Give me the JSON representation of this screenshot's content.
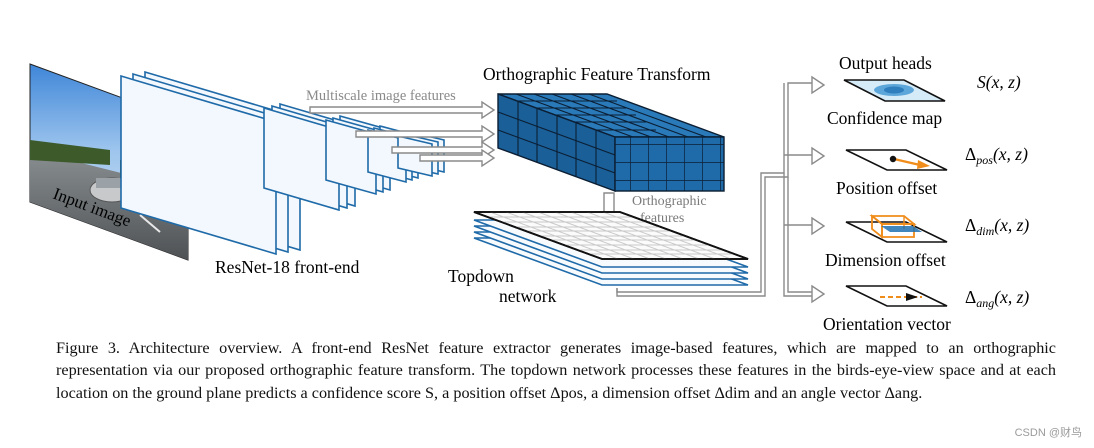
{
  "figure": {
    "input_label": "Input image",
    "resnet_label": "ResNet-18 front-end",
    "multiscale_label": "Multiscale image features",
    "oft_title": "Orthographic Feature Transform",
    "ortho_line1": "Orthographic",
    "ortho_line2": "features",
    "topdown_line1": "Topdown",
    "topdown_line2": "network",
    "output_heads": "Output heads",
    "heads": [
      {
        "name": "Confidence map",
        "formula_sym": "S(x, z)",
        "formula_sub": "",
        "formula_rest": ""
      },
      {
        "name": "Position offset",
        "formula_sym": "Δ",
        "formula_sub": "pos",
        "formula_rest": "(x, z)"
      },
      {
        "name": "Dimension offset",
        "formula_sym": "Δ",
        "formula_sub": "dim",
        "formula_rest": "(x, z)"
      },
      {
        "name": "Orientation vector",
        "formula_sym": "Δ",
        "formula_sub": "ang",
        "formula_rest": "(x, z)"
      }
    ]
  },
  "caption": {
    "text": "Figure 3. Architecture overview. A front-end ResNet feature extractor generates image-based features, which are mapped to an orthographic representation via our proposed orthographic feature transform. The topdown network processes these features in the birds-eye-view space and at each location on the ground plane predicts a confidence score S, a position offset Δpos, a dimension offset Δdim and an angle vector Δang."
  },
  "watermark": "CSDN @财鸟",
  "colors": {
    "feature_blue": "#1f6aa8",
    "cube_blue": "#2071b0",
    "arrow_gray": "#8a8a8a",
    "orange": "#f08c1a"
  }
}
